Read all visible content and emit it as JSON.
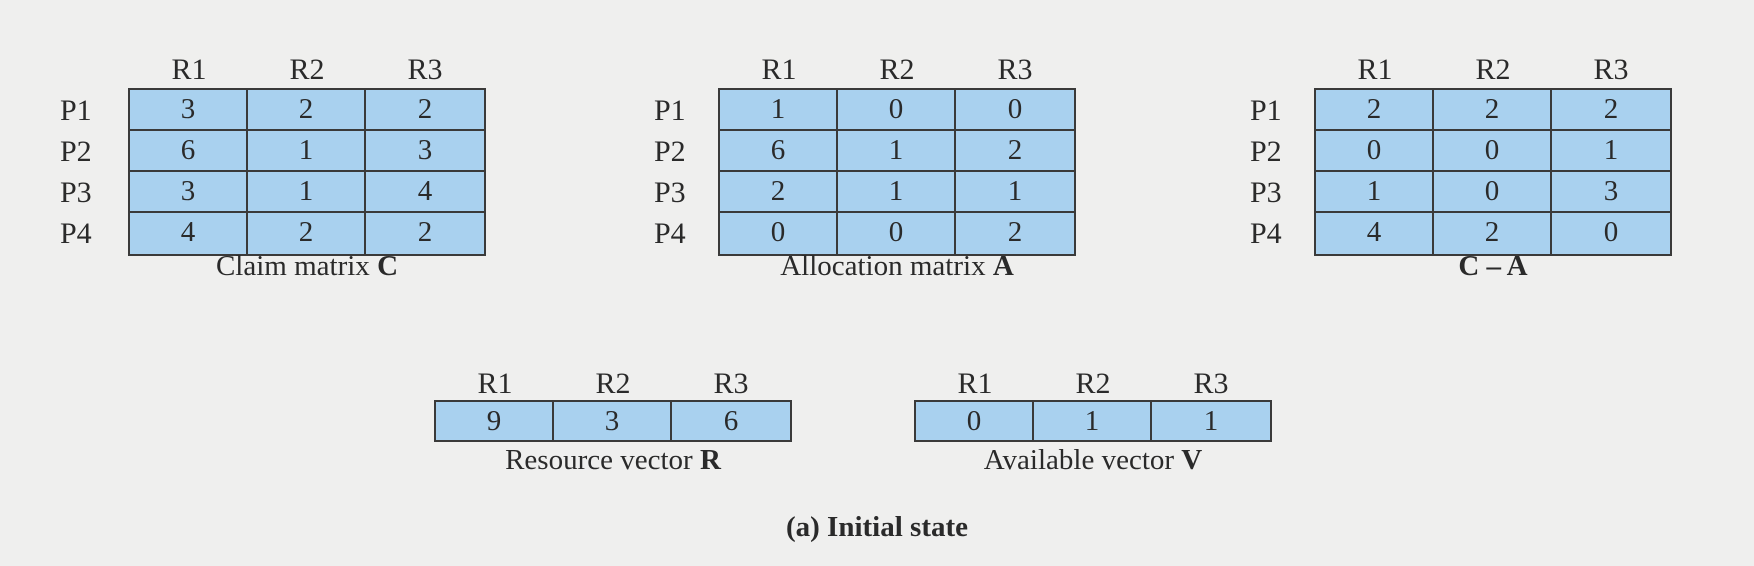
{
  "column_headers": [
    "R1",
    "R2",
    "R3"
  ],
  "row_headers": [
    "P1",
    "P2",
    "P3",
    "P4"
  ],
  "claim_matrix": {
    "caption_prefix": "Claim matrix ",
    "caption_symbol": "C",
    "rows": [
      [
        3,
        2,
        2
      ],
      [
        6,
        1,
        3
      ],
      [
        3,
        1,
        4
      ],
      [
        4,
        2,
        2
      ]
    ]
  },
  "allocation_matrix": {
    "caption_prefix": "Allocation matrix ",
    "caption_symbol": "A",
    "rows": [
      [
        1,
        0,
        0
      ],
      [
        6,
        1,
        2
      ],
      [
        2,
        1,
        1
      ],
      [
        0,
        0,
        2
      ]
    ]
  },
  "difference_matrix": {
    "caption_prefix": "",
    "caption_symbol": "C – A",
    "rows": [
      [
        2,
        2,
        2
      ],
      [
        0,
        0,
        1
      ],
      [
        1,
        0,
        3
      ],
      [
        4,
        2,
        0
      ]
    ]
  },
  "resource_vector": {
    "caption_prefix": "Resource vector ",
    "caption_symbol": "R",
    "values": [
      9,
      3,
      6
    ]
  },
  "available_vector": {
    "caption_prefix": "Available vector ",
    "caption_symbol": "V",
    "values": [
      0,
      1,
      1
    ]
  },
  "figure_caption": {
    "label": "(a)",
    "text": "Initial state"
  },
  "colors": {
    "cell_fill": "#a9d1ef",
    "border": "#3a3a3a",
    "background": "#efefee"
  }
}
